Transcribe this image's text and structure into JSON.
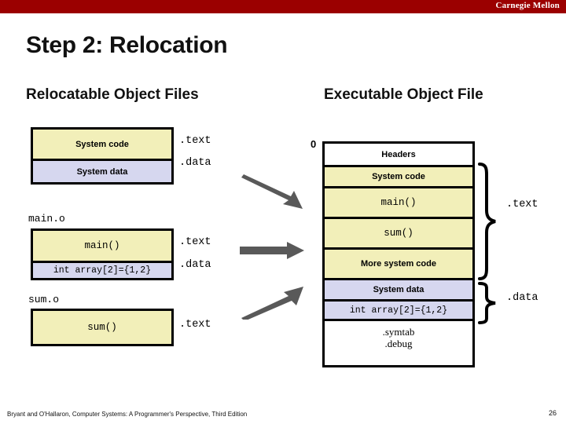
{
  "banner": {
    "institution": "Carnegie Mellon",
    "color": "#9b0000"
  },
  "slide": {
    "title": "Step 2: Relocation",
    "page_number": "26",
    "citation": "Bryant and O'Hallaron, Computer Systems: A Programmer's Perspective, Third Edition"
  },
  "colors": {
    "code_fill": "#f2efb9",
    "data_fill": "#d6d7ef",
    "plain_fill": "#ffffff",
    "outline": "#000000",
    "arrow": "#595959"
  },
  "left": {
    "heading": "Relocatable Object Files",
    "system_box": {
      "rows": [
        {
          "label": "System code",
          "fill": "code"
        },
        {
          "label": "System data",
          "fill": "data"
        }
      ],
      "section_labels": [
        ".text",
        ".data"
      ]
    },
    "main_o": {
      "filename": "main.o",
      "rows": [
        {
          "label": "main()",
          "fill": "code"
        },
        {
          "label": "int array[2]={1,2}",
          "fill": "data"
        }
      ],
      "section_labels": [
        ".text",
        ".data"
      ]
    },
    "sum_o": {
      "filename": "sum.o",
      "rows": [
        {
          "label": "sum()",
          "fill": "code"
        }
      ],
      "section_labels": [
        ".text"
      ]
    }
  },
  "right": {
    "heading": "Executable Object File",
    "origin_label": "0",
    "rows": [
      {
        "label": "Headers",
        "fill": "plain"
      },
      {
        "label": "System code",
        "fill": "code"
      },
      {
        "label": "main()",
        "fill": "code"
      },
      {
        "label": "sum()",
        "fill": "code"
      },
      {
        "label": "More system code",
        "fill": "code"
      },
      {
        "label": "System data",
        "fill": "data"
      },
      {
        "label": "int array[2]={1,2}",
        "fill": "data"
      },
      {
        "label": ".symtab",
        "label2": ".debug",
        "fill": "plain"
      }
    ],
    "brace_labels": {
      "text": ".text",
      "data": ".data"
    }
  },
  "arrows": [
    {
      "name": "system-to-exec",
      "direction": "down-right"
    },
    {
      "name": "main-to-exec",
      "direction": "right"
    },
    {
      "name": "sum-to-exec",
      "direction": "up-right"
    }
  ]
}
